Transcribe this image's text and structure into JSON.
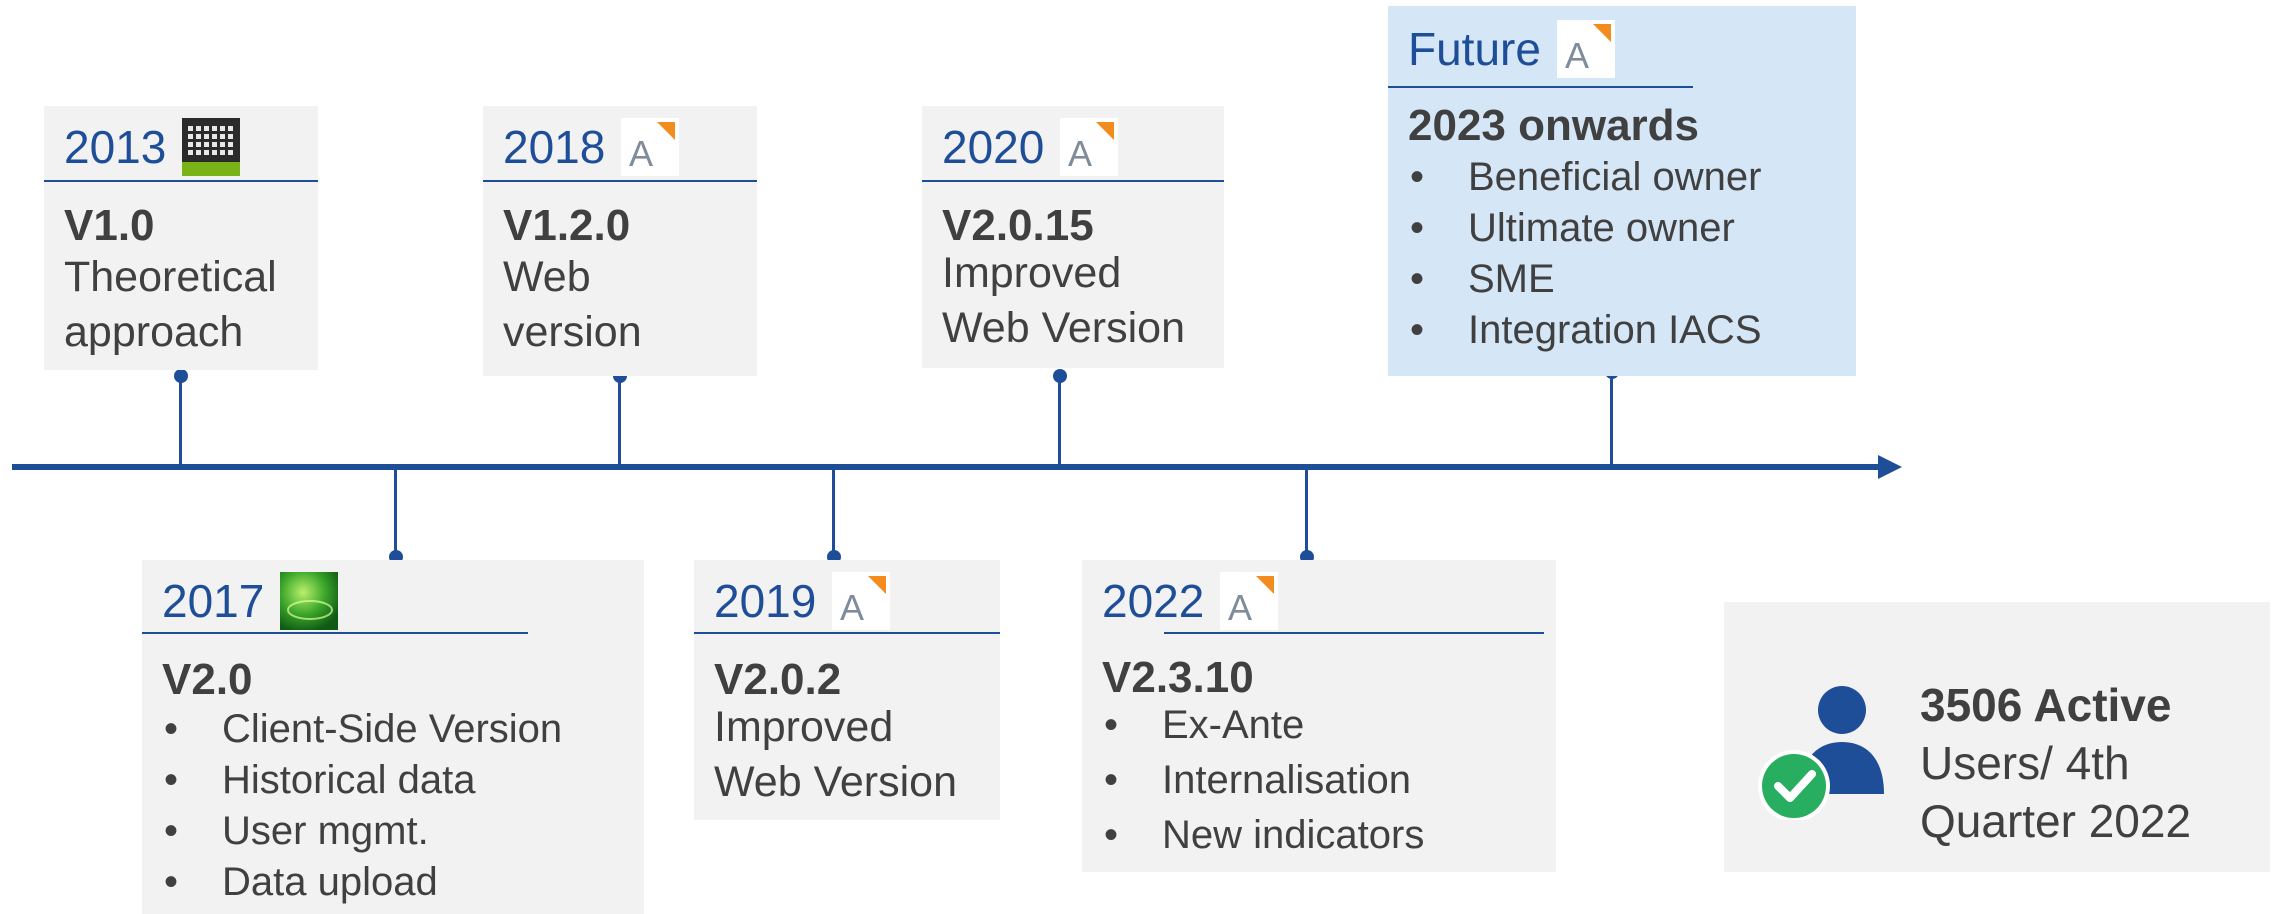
{
  "milestones": [
    {
      "year": "2013",
      "logo": "grid-panel-logo",
      "version": "V1.0",
      "description": [
        "Theoretical",
        "approach"
      ]
    },
    {
      "year": "2018",
      "logo": "arachne-logo",
      "version": "V1.2.0",
      "description": [
        "Web",
        "version"
      ]
    },
    {
      "year": "2020",
      "logo": "arachne-logo",
      "version": "V2.0.15",
      "description": [
        "Improved",
        "Web Version"
      ]
    },
    {
      "year": "Future",
      "logo": "arachne-logo",
      "version": "2023 onwards",
      "bullets": [
        "Beneficial owner",
        "Ultimate owner",
        "SME",
        "Integration IACS"
      ]
    },
    {
      "year": "2017",
      "logo": "green-globe-logo",
      "version": "V2.0",
      "bullets": [
        "Client-Side Version",
        "Historical data",
        "User mgmt.",
        "Data upload"
      ]
    },
    {
      "year": "2019",
      "logo": "arachne-logo",
      "version": "V2.0.2",
      "description": [
        "Improved",
        "Web Version"
      ]
    },
    {
      "year": "2022",
      "logo": "arachne-logo",
      "version": "V2.3.10",
      "bullets": [
        "Ex-Ante",
        "Internalisation",
        "New indicators"
      ]
    }
  ],
  "stats": {
    "icon": "user-check-icon",
    "line1": "3506 Active",
    "line2": "Users/ 4th",
    "line3": "Quarter 2022"
  },
  "colors": {
    "timeline": "#1f4e99",
    "card": "#f2f2f2",
    "future_card": "#d5e6f7",
    "text": "#404040",
    "check": "#27ae60",
    "logo_orange": "#f28c1e"
  }
}
